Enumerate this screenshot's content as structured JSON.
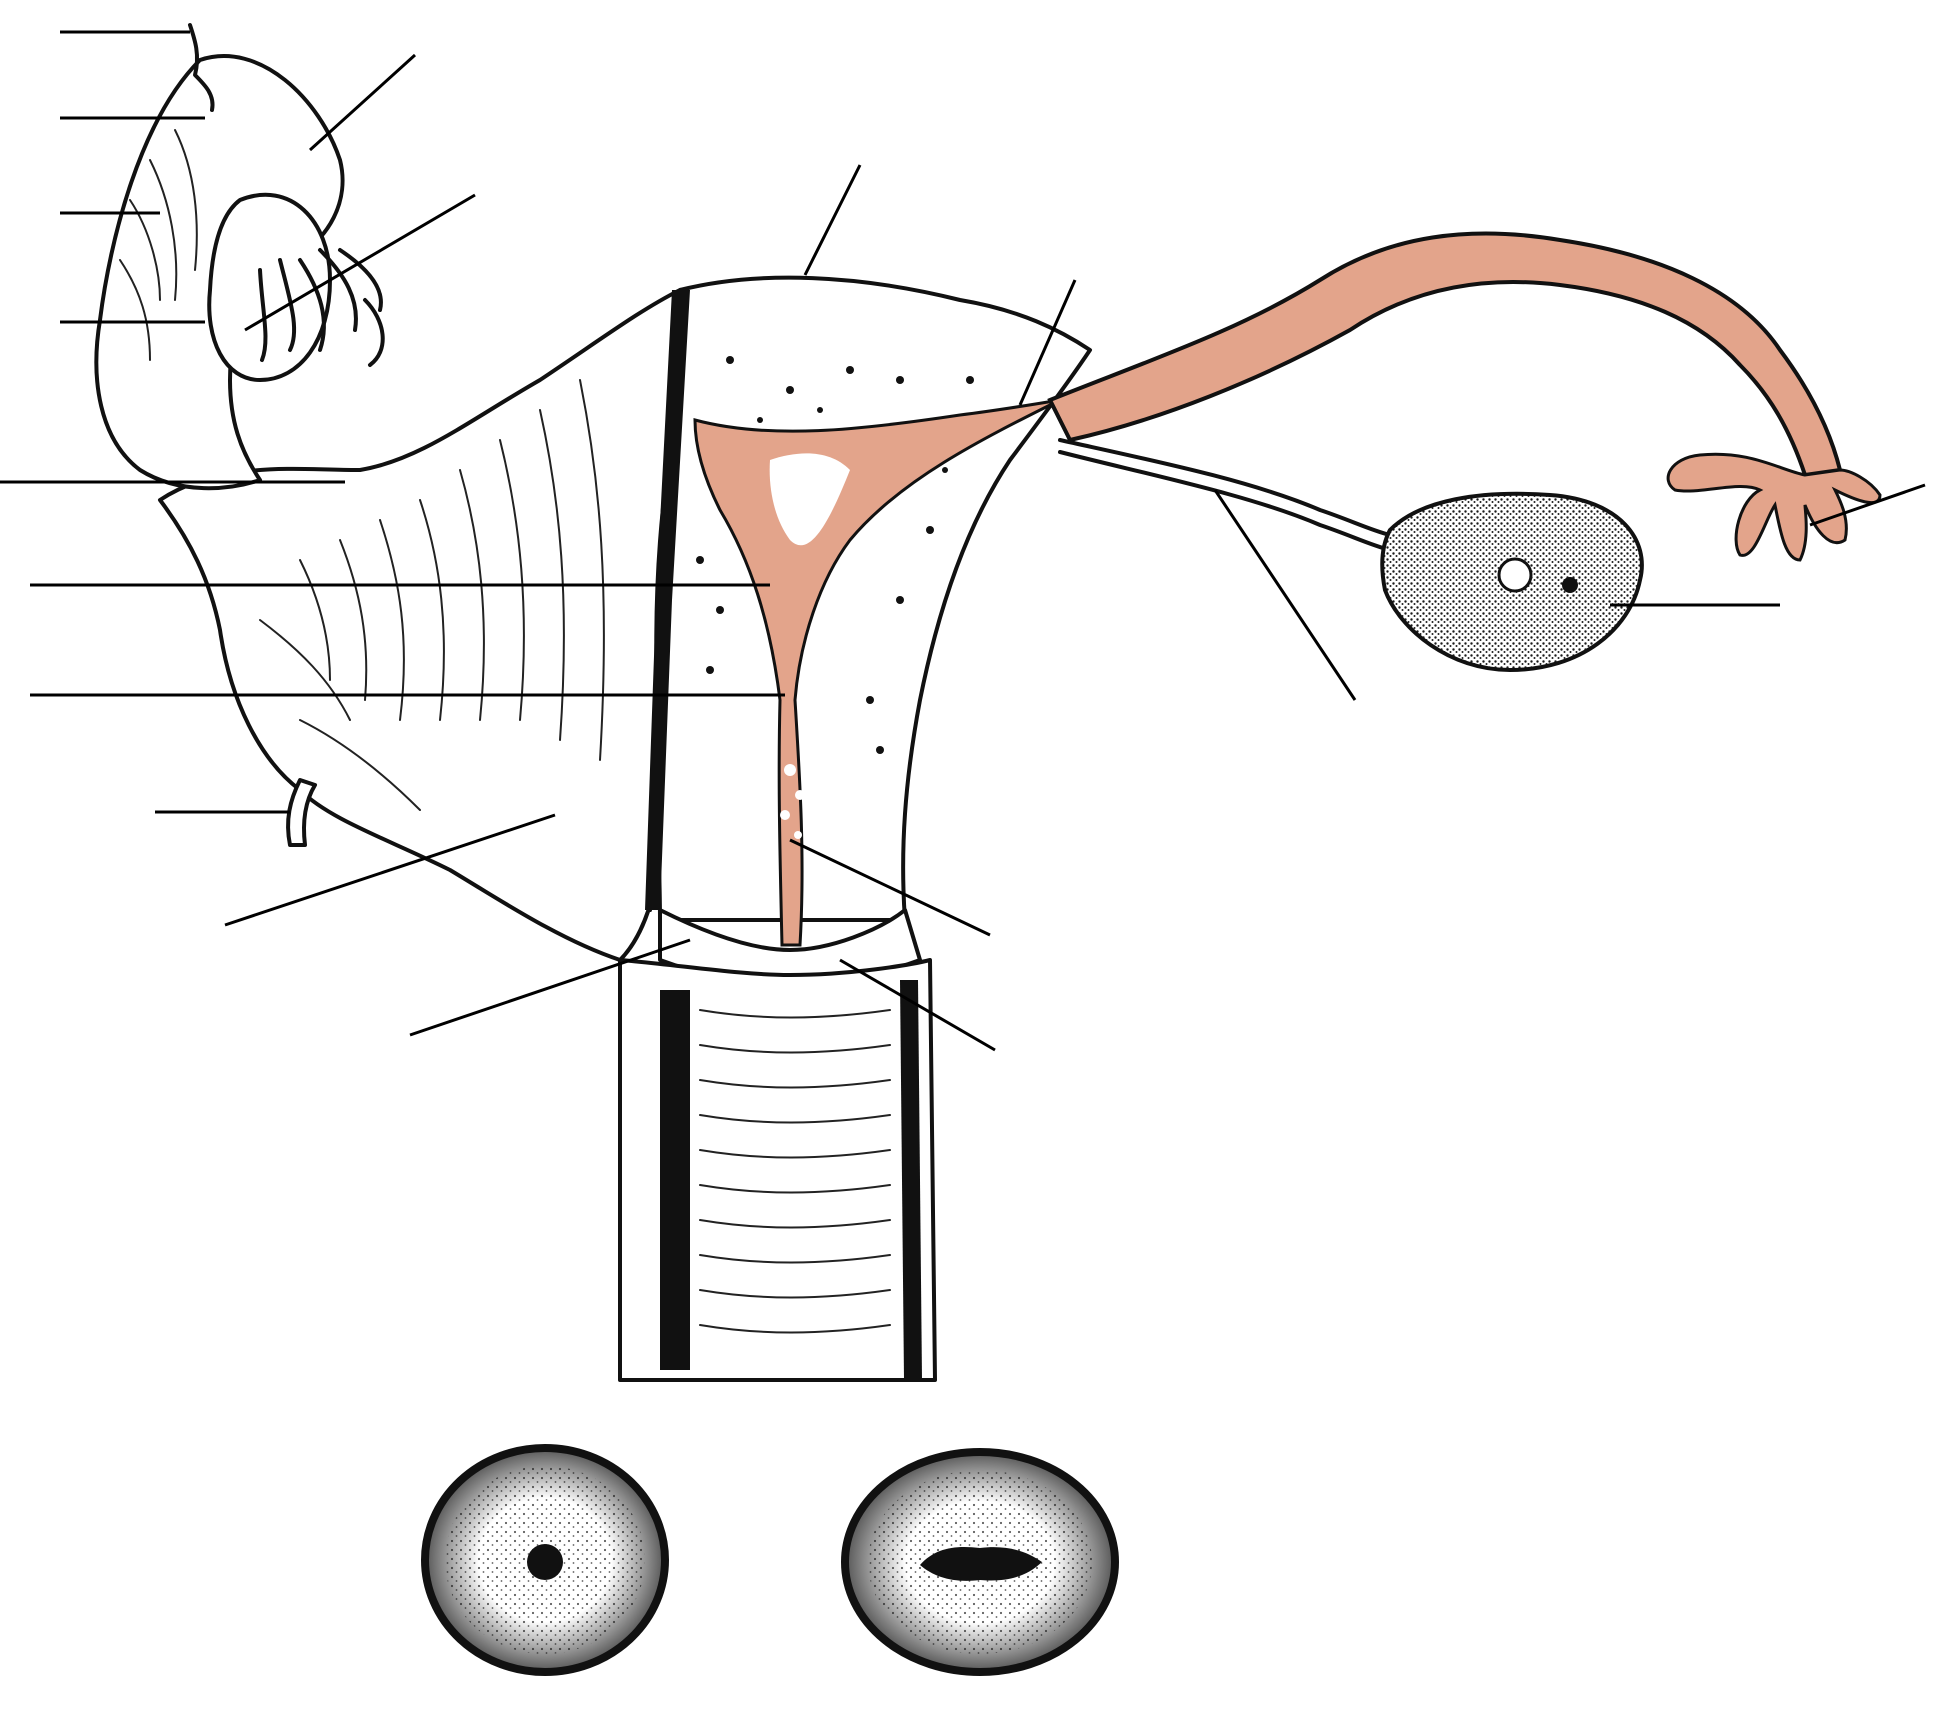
{
  "diagram": {
    "title": "",
    "colors": {
      "ink": "#111111",
      "cavity": "#e3a48b",
      "background": "#ffffff",
      "stipple": "#1a1a1a"
    },
    "parts": [
      "ovary-cut-section",
      "uterine-tube",
      "fimbriae",
      "uterus-coronal-section",
      "cervix",
      "vagina",
      "ovarian-ligament",
      "broad-ligament",
      "round-ligament",
      "nulliparous-cervical-os",
      "parous-cervical-os"
    ],
    "label_count": 18,
    "labels": []
  }
}
